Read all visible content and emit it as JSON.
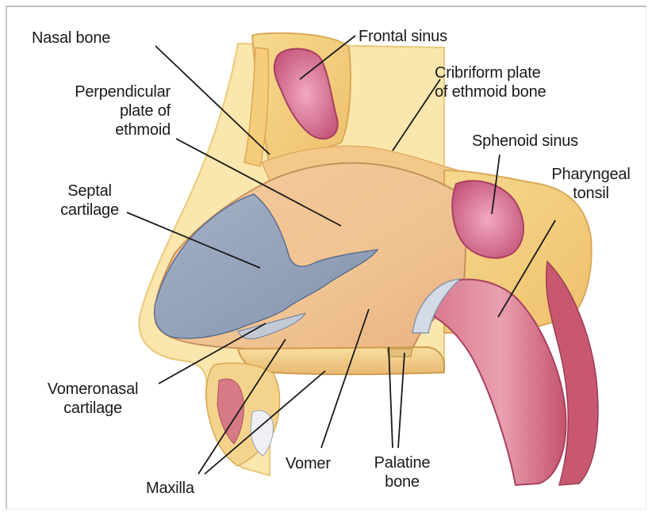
{
  "diagram": {
    "labels": {
      "nasal_bone": "Nasal bone",
      "frontal_sinus": "Frontal sinus",
      "cribriform_plate_line1": "Cribriform plate",
      "cribriform_plate_line2": "of ethmoid bone",
      "perpendicular_plate_line1": "Perpendicular",
      "perpendicular_plate_line2": "plate of",
      "perpendicular_plate_line3": "ethmoid",
      "sphenoid_sinus": "Sphenoid sinus",
      "pharyngeal_tonsil_line1": "Pharyngeal",
      "pharyngeal_tonsil_line2": "tonsil",
      "septal_cartilage_line1": "Septal",
      "septal_cartilage_line2": "cartilage",
      "vomeronasal_cartilage_line1": "Vomeronasal",
      "vomeronasal_cartilage_line2": "cartilage",
      "maxilla": "Maxilla",
      "vomer": "Vomer",
      "palatine_bone_line1": "Palatine",
      "palatine_bone_line2": "bone"
    }
  }
}
